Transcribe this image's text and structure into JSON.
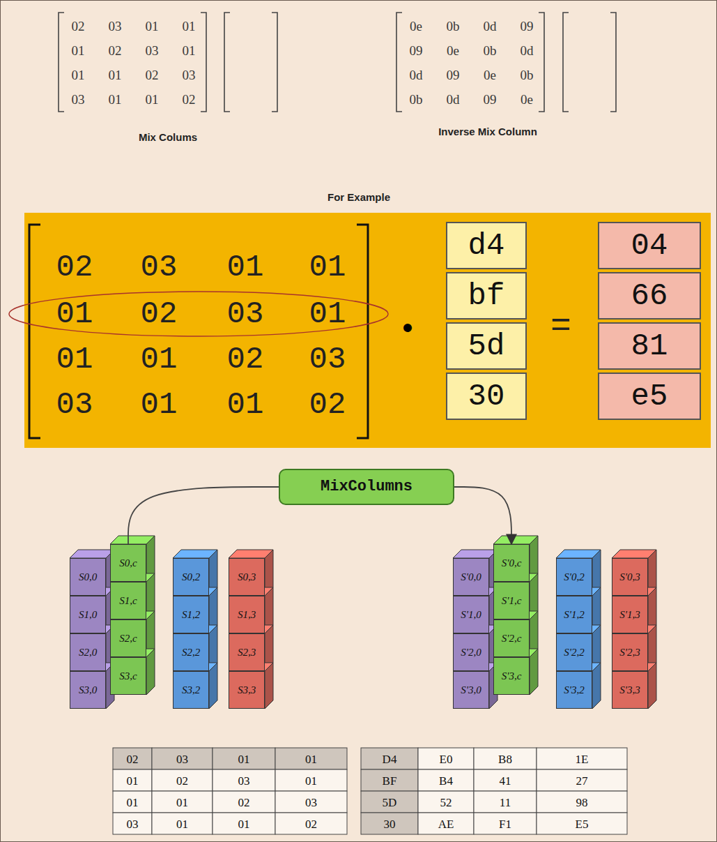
{
  "diagram": {
    "nodes": [
      {
        "text": [
          "d4"
        ]
      },
      {
        "text": [
          "bf"
        ]
      },
      {
        "text": [
          "5d"
        ]
      },
      {
        "text": [
          "30"
        ]
      },
      {
        "text": [
          "04"
        ]
      },
      {
        "text": [
          "66"
        ]
      },
      {
        "text": [
          "81"
        ]
      },
      {
        "text": [
          "e5"
        ]
      },
      {
        "text": [
          "MixColumns"
        ]
      },
      {
        "text": [
          "S0,0"
        ]
      },
      {
        "text": [
          "S1,0"
        ]
      },
      {
        "text": [
          "S2,0"
        ]
      },
      {
        "text": [
          "S3,0"
        ]
      },
      {
        "text": [
          "S0,c"
        ]
      },
      {
        "text": [
          "S1,c"
        ]
      },
      {
        "text": [
          "S2,c"
        ]
      },
      {
        "text": [
          "S3,c"
        ]
      },
      {
        "text": [
          "S0,2"
        ]
      },
      {
        "text": [
          "S1,2"
        ]
      },
      {
        "text": [
          "S2,2"
        ]
      },
      {
        "text": [
          "S3,2"
        ]
      },
      {
        "text": [
          "S0,3"
        ]
      },
      {
        "text": [
          "S1,3"
        ]
      },
      {
        "text": [
          "S2,3"
        ]
      },
      {
        "text": [
          "S3,3"
        ]
      },
      {
        "text": [
          "S'0,0"
        ]
      },
      {
        "text": [
          "S'1,0"
        ]
      },
      {
        "text": [
          "S'2,0"
        ]
      },
      {
        "text": [
          "S'3,0"
        ]
      },
      {
        "text": [
          "S'0,c"
        ]
      },
      {
        "text": [
          "S'1,c"
        ]
      },
      {
        "text": [
          "S'2,c"
        ]
      },
      {
        "text": [
          "S'3,c"
        ]
      },
      {
        "text": [
          "S'0,2"
        ]
      },
      {
        "text": [
          "S'1,2"
        ]
      },
      {
        "text": [
          "S'2,2"
        ]
      },
      {
        "text": [
          "S'3,2"
        ]
      },
      {
        "text": [
          "S'0,3"
        ]
      },
      {
        "text": [
          "S'1,3"
        ]
      },
      {
        "text": [
          "S'2,3"
        ]
      },
      {
        "text": [
          "S'3,3"
        ]
      }
    ],
    "edges": [
      {
        "from": 13,
        "to": 8,
        "arrow": "none"
      },
      {
        "from": 8,
        "to": 29,
        "arrow": "to"
      }
    ],
    "labels": [
      "02",
      "03",
      "01",
      "01",
      "01",
      "02",
      "03",
      "01",
      "01",
      "01",
      "02",
      "03",
      "03",
      "01",
      "01",
      "02",
      "0e",
      "0b",
      "0d",
      "09",
      "09",
      "0e",
      "0b",
      "0d",
      "0d",
      "09",
      "0e",
      "0b",
      "0b",
      "0d",
      "09",
      "0e",
      "Mix Colums",
      "Inverse Mix Column",
      "For Example",
      "02",
      "03",
      "01",
      "01",
      "01",
      "02",
      "03",
      "01",
      "01",
      "01",
      "02",
      "03",
      "03",
      "01",
      "01",
      "02",
      "•",
      "=",
      "02",
      "03",
      "01",
      "01",
      "01",
      "02",
      "03",
      "01",
      "01",
      "01",
      "02",
      "03",
      "03",
      "01",
      "01",
      "02",
      "D4",
      "E0",
      "B8",
      "1E",
      "BF",
      "B4",
      "41",
      "27",
      "5D",
      "52",
      "11",
      "98",
      "30",
      "AE",
      "F1",
      "E5"
    ]
  }
}
